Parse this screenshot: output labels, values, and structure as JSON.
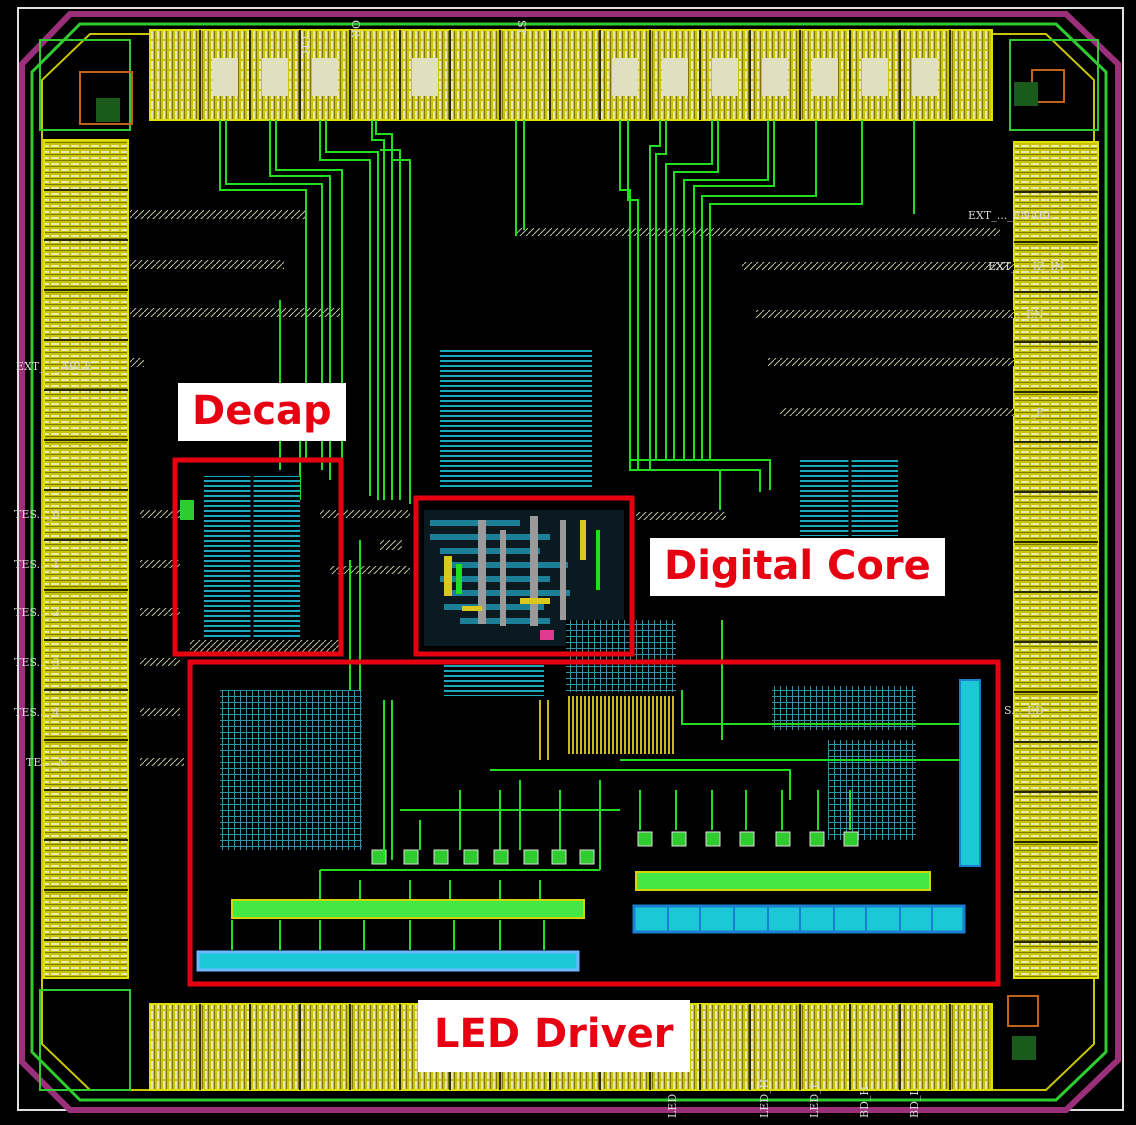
{
  "blocks": {
    "decap": "Decap",
    "digital_core": "Digital Core",
    "led_driver": "LED Driver"
  },
  "pin_labels": {
    "right_1": "EXT_..._ENABL",
    "right_2": "EXT_..._IZ_IN",
    "right_3": "..._EN",
    "right_4": "..._E",
    "right_5": "S..._ED",
    "left_1": "EXT_..._ABLE",
    "left_2": "TES..._0",
    "left_3": "TES..._1",
    "left_4": "TES..._2",
    "left_5": "TES..._3",
    "left_6": "TES..._4",
    "left_7": "TE..._N",
    "bottom_1": "LED",
    "bottom_2": "LED_H",
    "bottom_3": "LED_L",
    "bottom_4": "BD_H",
    "bottom_5": "BD_L",
    "top_1": "CH",
    "top_2": "OR",
    "top_3": "ST"
  },
  "colors": {
    "annotation": "#e60012",
    "pad_yellow": "#d9d400",
    "metal_green": "#22dd22",
    "metal_cyan": "#19b5c8",
    "seal_ring": "#9c2f7a"
  }
}
